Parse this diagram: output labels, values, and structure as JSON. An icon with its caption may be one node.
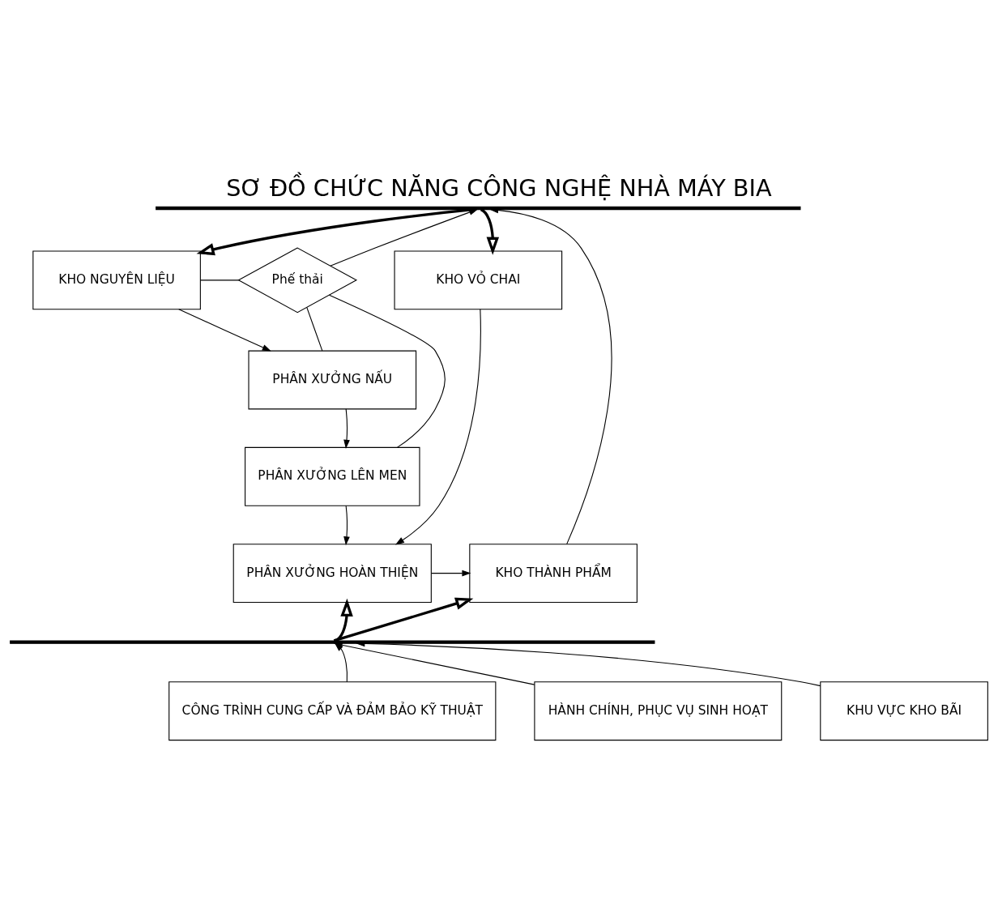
{
  "diagram": {
    "title": "SƠ ĐỒ CHỨC NĂNG CÔNG NGHỆ NHÀ MÁY BIA",
    "nodes": [
      {
        "text": [],
        "shape": "bar"
      },
      {
        "text": [
          "KHO VỎ CHAI"
        ]
      },
      {
        "text": [
          "KHO NGUYÊN LIỆU"
        ]
      },
      {
        "text": [
          "Phế thải"
        ]
      },
      {
        "text": [
          "PHÂN XƯỞNG NẤU"
        ]
      },
      {
        "text": [
          "PHÂN XƯỞNG LÊN MEN"
        ]
      },
      {
        "text": [
          "PHÂN XƯỞNG HOÀN THIỆN"
        ]
      },
      {
        "text": [
          "KHO THÀNH PHẨM"
        ]
      },
      {
        "text": [],
        "shape": "bar"
      },
      {
        "text": [
          "CÔNG TRÌNH CUNG CẤP VÀ ĐẢM BẢO KỸ THUẬT"
        ]
      },
      {
        "text": [
          "HÀNH CHÍNH, PHỤC VỤ SINH HOẠT"
        ]
      },
      {
        "text": [
          "KHU VỰC KHO BÃI"
        ]
      }
    ],
    "edges": [
      {
        "from": 0,
        "to": 1,
        "arrow": "to",
        "style": "thick"
      },
      {
        "from": 0,
        "to": 2,
        "arrow": "to",
        "style": "thick"
      },
      {
        "from": 2,
        "to": 3,
        "arrow": "none"
      },
      {
        "from": 4,
        "to": 3,
        "arrow": "none"
      },
      {
        "from": 5,
        "to": 3,
        "arrow": "none"
      },
      {
        "from": 3,
        "to": 0,
        "arrow": "to"
      },
      {
        "from": 2,
        "to": 4,
        "arrow": "to"
      },
      {
        "from": 4,
        "to": 5,
        "arrow": "to"
      },
      {
        "from": 5,
        "to": 6,
        "arrow": "to"
      },
      {
        "from": 1,
        "to": 6,
        "arrow": "to"
      },
      {
        "from": 6,
        "to": 7,
        "arrow": "to"
      },
      {
        "from": 7,
        "to": 0,
        "arrow": "to"
      },
      {
        "from": 8,
        "to": 6,
        "arrow": "to",
        "style": "thick"
      },
      {
        "from": 8,
        "to": 7,
        "arrow": "to",
        "style": "thick"
      },
      {
        "from": 9,
        "to": 8,
        "arrow": "to"
      },
      {
        "from": 10,
        "to": 8,
        "arrow": "to"
      },
      {
        "from": 11,
        "to": 8,
        "arrow": "to"
      }
    ]
  }
}
